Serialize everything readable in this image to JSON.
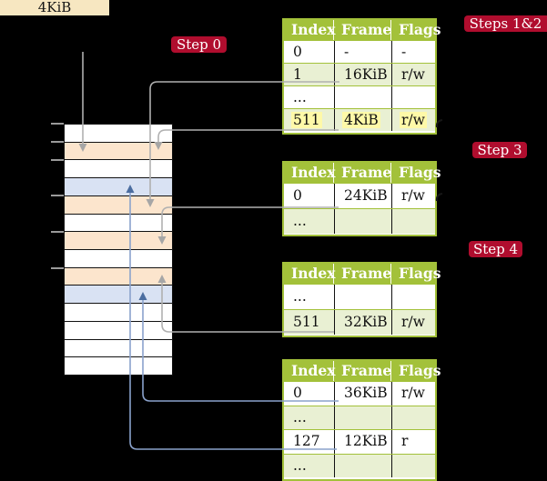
{
  "register": {
    "label": "4KiB"
  },
  "badges": {
    "step0": "Step 0",
    "steps12": "Steps 1&2",
    "step3": "Step 3",
    "step4": "Step 4",
    "background_color": "#B00D2E",
    "text_color": "#FFFFFF"
  },
  "memory": {
    "rows": [
      {
        "color": "white"
      },
      {
        "color": "peach"
      },
      {
        "color": "white"
      },
      {
        "color": "blue"
      },
      {
        "color": "peach"
      },
      {
        "color": "white"
      },
      {
        "color": "peach"
      },
      {
        "color": "white"
      },
      {
        "color": "peach"
      },
      {
        "color": "blue"
      },
      {
        "color": "white"
      },
      {
        "color": "white"
      },
      {
        "color": "white"
      },
      {
        "color": "white"
      }
    ],
    "tick_boundaries": [
      0,
      1,
      2,
      4,
      6,
      8
    ]
  },
  "tables": [
    {
      "step": "Steps 1&2",
      "header": [
        "Index",
        "Frame",
        "Flags"
      ],
      "rows": [
        {
          "index": "0",
          "frame": "-",
          "flags": "-",
          "shaded": false,
          "highlight": false
        },
        {
          "index": "1",
          "frame": "16KiB",
          "flags": "r/w",
          "shaded": true,
          "highlight": false
        },
        {
          "index": "...",
          "frame": "",
          "flags": "",
          "shaded": false,
          "highlight": false
        },
        {
          "index": "511",
          "frame": "4KiB",
          "flags": "r/w",
          "shaded": true,
          "highlight": true
        }
      ]
    },
    {
      "step": "Step 3",
      "header": [
        "Index",
        "Frame",
        "Flags"
      ],
      "rows": [
        {
          "index": "0",
          "frame": "24KiB",
          "flags": "r/w",
          "shaded": false,
          "highlight": false
        },
        {
          "index": "...",
          "frame": "",
          "flags": "",
          "shaded": true,
          "highlight": false
        }
      ]
    },
    {
      "step": "Step 4",
      "header": [
        "Index",
        "Frame",
        "Flags"
      ],
      "rows": [
        {
          "index": "...",
          "frame": "",
          "flags": "",
          "shaded": false,
          "highlight": false
        },
        {
          "index": "511",
          "frame": "32KiB",
          "flags": "r/w",
          "shaded": true,
          "highlight": false
        }
      ]
    },
    {
      "step": "",
      "header": [
        "Index",
        "Frame",
        "Flags"
      ],
      "rows": [
        {
          "index": "0",
          "frame": "36KiB",
          "flags": "r/w",
          "shaded": false,
          "highlight": false
        },
        {
          "index": "...",
          "frame": "",
          "flags": "",
          "shaded": true,
          "highlight": false
        },
        {
          "index": "127",
          "frame": "12KiB",
          "flags": "r",
          "shaded": false,
          "highlight": false
        },
        {
          "index": "...",
          "frame": "",
          "flags": "",
          "shaded": true,
          "highlight": false
        }
      ]
    }
  ],
  "connections": [
    {
      "from": "register-4KiB",
      "to": "memory-frame-4KiB",
      "color": "gray"
    },
    {
      "from": "table1-entry-511-4KiB",
      "to": "memory-frame-4KiB",
      "color": "gray"
    },
    {
      "from": "table1-entry-1-16KiB",
      "to": "memory-frame-16KiB",
      "color": "gray"
    },
    {
      "from": "table2-entry-0-24KiB",
      "to": "memory-frame-24KiB",
      "color": "gray"
    },
    {
      "from": "table3-entry-511-32KiB",
      "to": "memory-frame-32KiB",
      "color": "gray"
    },
    {
      "from": "table4-entry-0-36KiB",
      "to": "memory-frame-36KiB",
      "color": "blue"
    },
    {
      "from": "table4-entry-127-12KiB",
      "to": "memory-frame-12KiB",
      "color": "blue"
    }
  ],
  "colors": {
    "table_header_green": "#A3C13A",
    "table_row_shade": "#E9F0D3",
    "row_highlight_yellow": "#FEF9A8",
    "memory_peach": "#FCE5CD",
    "memory_blue": "#D9E2F3",
    "register_wheat": "#F7E7C1",
    "arrow_gray": "#B0B0B0",
    "arrow_blue": "#8AA2CC"
  }
}
